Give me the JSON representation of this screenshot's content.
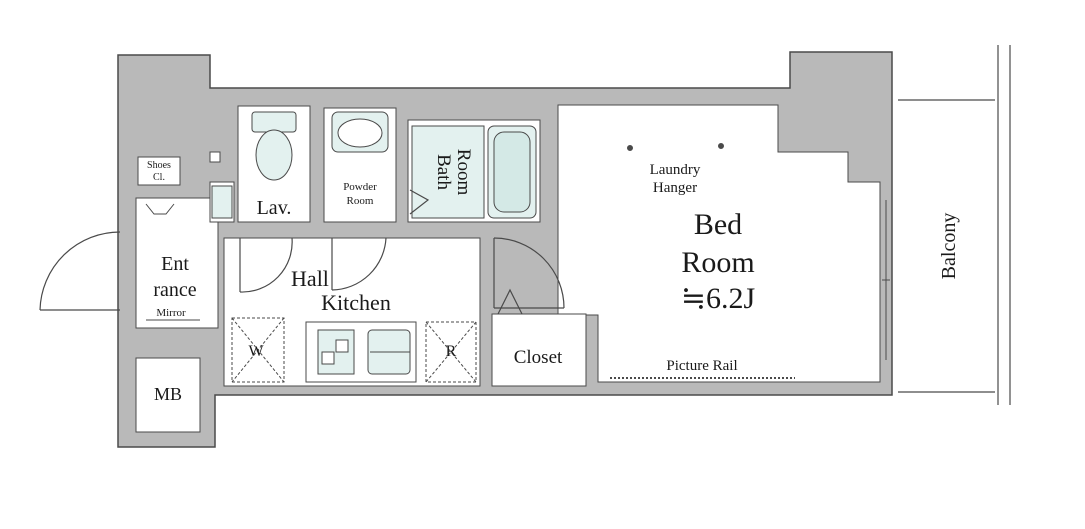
{
  "rooms": {
    "shoes_closet_line1": "Shoes",
    "shoes_closet_line2": "Cl.",
    "lav": "Lav.",
    "powder_room_line1": "Powder",
    "powder_room_line2": "Room",
    "bath_room_line1": "Bath",
    "bath_room_line2": "Room",
    "laundry_line1": "Laundry",
    "laundry_line2": "Hanger",
    "bed_line1": "Bed",
    "bed_line2": "Room",
    "bed_size": "≒6.2J",
    "entrance_line1": "Ent",
    "entrance_line2": "rance",
    "mirror": "Mirror",
    "hall": "Hall",
    "kitchen": "Kitchen",
    "w": "W",
    "r": "R",
    "closet": "Closet",
    "picture_rail": "Picture Rail",
    "mb": "MB",
    "balcony": "Balcony"
  },
  "colors": {
    "wall": "#b9b9b9",
    "wall_outline": "#4a4a4a",
    "fixture_fill": "#e3f1ef",
    "paper": "#ffffff"
  }
}
